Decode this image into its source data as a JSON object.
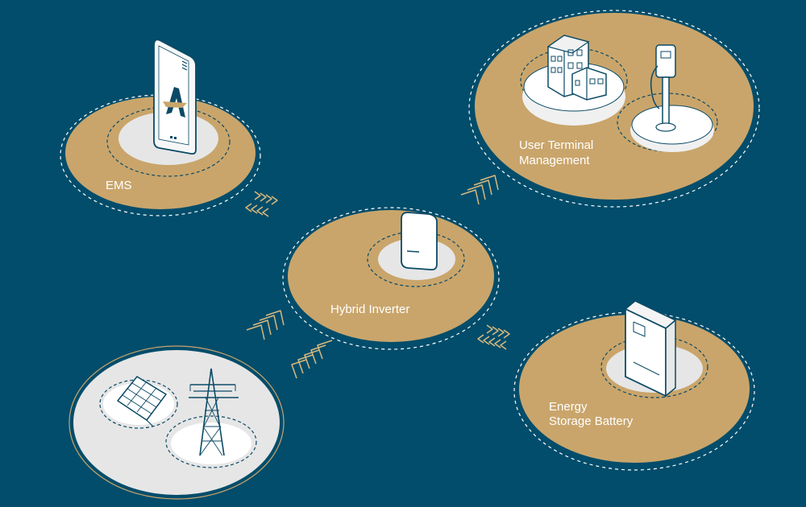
{
  "colors": {
    "background": "#024d6b",
    "gold": "#c9a56b",
    "plate": "#e6e6e6",
    "device": "#f4f4f4",
    "stroke": "#0b4a66",
    "arrow": "#d9b97d"
  },
  "nodes": {
    "ems": {
      "label": "EMS",
      "icon": "smartphone-app-icon"
    },
    "user_terminal": {
      "label_line1": "User Terminal",
      "label_line2": "Management",
      "icons": [
        "buildings-icon",
        "ev-charger-icon"
      ]
    },
    "hybrid_inverter": {
      "label": "Hybrid Inverter",
      "icon": "inverter-icon"
    },
    "energy_storage": {
      "label_line1": "Energy",
      "label_line2": "Storage Battery",
      "icon": "battery-cabinet-icon"
    },
    "sources": {
      "icons": [
        "solar-panel-icon",
        "transmission-tower-icon"
      ]
    }
  }
}
